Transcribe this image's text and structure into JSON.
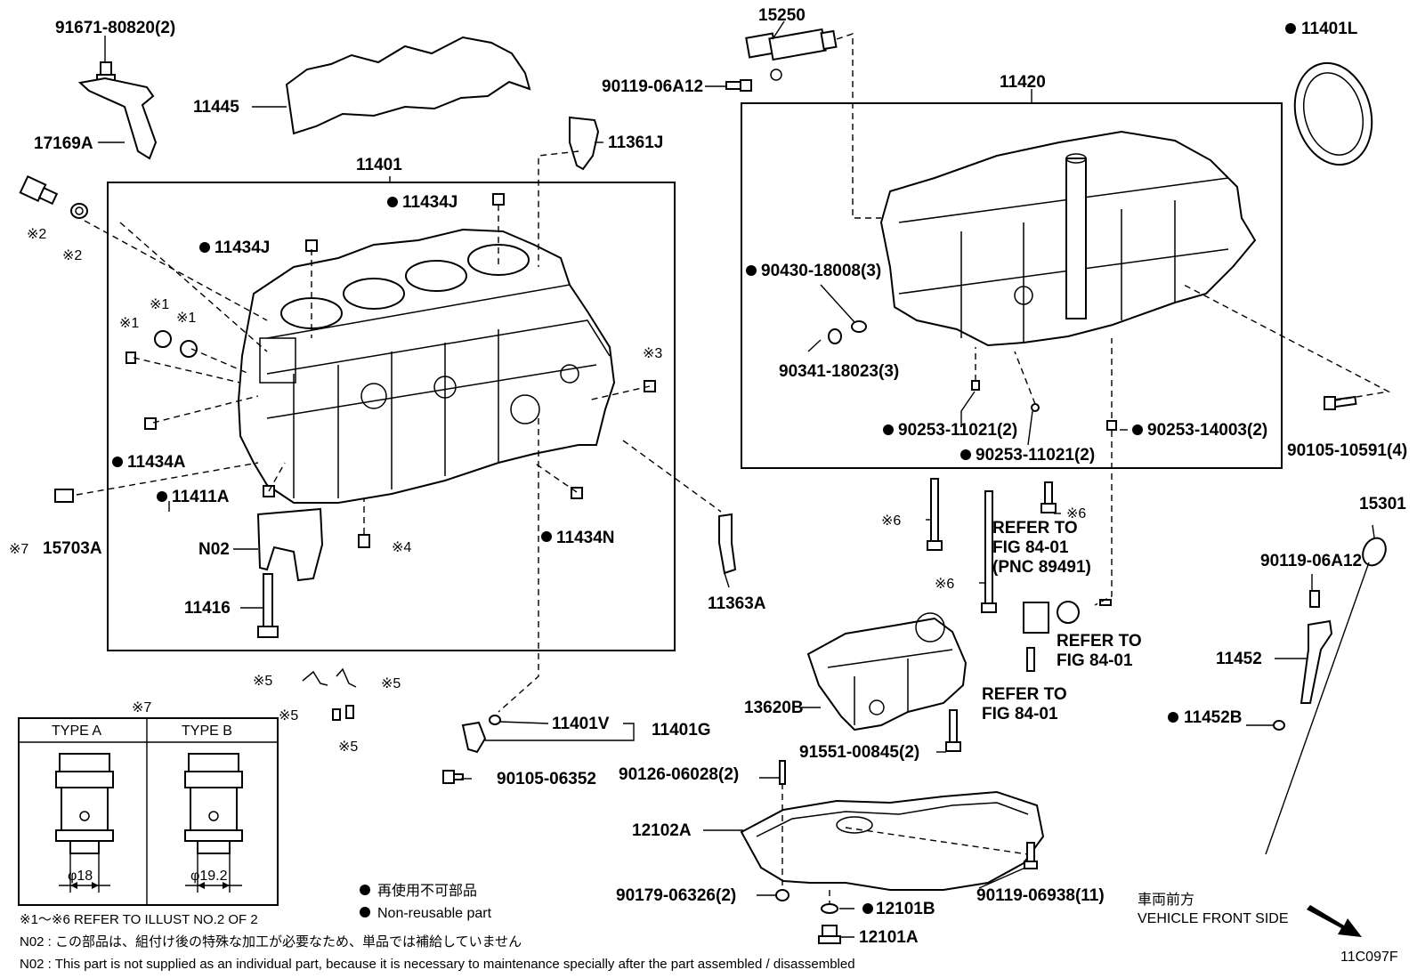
{
  "part_labels": {
    "p91671": "91671-80820(2)",
    "p17169A": "17169A",
    "p11445": "11445",
    "p15250": "15250",
    "p90119_06A12": "90119-06A12",
    "p11420": "11420",
    "p11401L": "11401L",
    "p11361J": "11361J",
    "p11401": "11401",
    "p11434J_a": "11434J",
    "p11434J_b": "11434J",
    "mark_x2_a": "※2",
    "mark_x2_b": "※2",
    "mark_x1_a": "※1",
    "mark_x1_b": "※1",
    "mark_x1_c": "※1",
    "mark_x3": "※3",
    "p11434A": "11434A",
    "p11411A": "11411A",
    "p15703A": "15703A",
    "mark_x7": "※7",
    "pN02": "N02",
    "mark_x4": "※4",
    "p11434N": "11434N",
    "p11416": "11416",
    "p11363A": "11363A",
    "p90430": "90430-18008(3)",
    "p90341": "90341-18023(3)",
    "p90253_11021_a": "90253-11021(2)",
    "p90253_11021_b": "90253-11021(2)",
    "p90253_14003": "90253-14003(2)",
    "p90105_10591": "90105-10591(4)",
    "p15301": "15301",
    "p90119_06A12_b": "90119-06A12",
    "p11452": "11452",
    "p11452B": "11452B",
    "mark_x6_a": "※6",
    "mark_x6_b": "※6",
    "mark_x6_c": "※6",
    "refer1_a": "REFER TO",
    "refer1_b": "FIG 84-01",
    "refer1_c": "(PNC 89491)",
    "refer2_a": "REFER TO",
    "refer2_b": "FIG 84-01",
    "refer3_a": "REFER TO",
    "refer3_b": "FIG 84-01",
    "p13620B": "13620B",
    "p91551": "91551-00845(2)",
    "mark_x5_a": "※5",
    "mark_x5_b": "※5",
    "mark_x5_c": "※5",
    "mark_x5_d": "※5",
    "p11401V": "11401V",
    "p11401G": "11401G",
    "p90105_06352": "90105-06352",
    "p90126": "90126-06028(2)",
    "p12102A": "12102A",
    "p90179": "90179-06326(2)",
    "p12101B": "12101B",
    "p12101A": "12101A",
    "p90119_06938": "90119-06938(11)"
  },
  "type_table": {
    "title": "※7",
    "type_a": "TYPE A",
    "type_b": "TYPE B",
    "dim_a": "φ18",
    "dim_b": "φ19.2"
  },
  "legend": {
    "jp": "再使用不可部品",
    "en": "Non-reusable part"
  },
  "front": {
    "jp": "車両前方",
    "en": "VEHICLE FRONT SIDE"
  },
  "notes": {
    "refer_illust": "※1～※6  REFER TO ILLUST NO.2 OF 2",
    "n02_jp": "N02 : この部品は、組付け後の特殊な加工が必要なため、単品では補給していません",
    "n02_en": "N02 : This part is not supplied as an individual part, because it is necessary to maintenance specially after the part assembled / disassembled"
  },
  "figure_id": "11C097F"
}
